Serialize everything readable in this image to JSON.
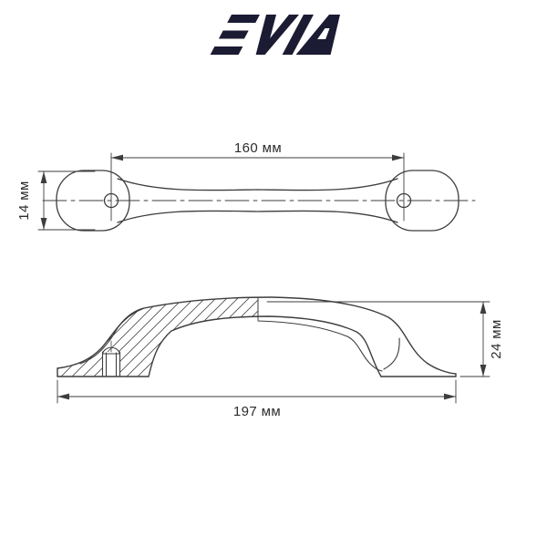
{
  "logo": {
    "text": "EVA",
    "color": "#1b1b33"
  },
  "drawing": {
    "colors": {
      "line": "#3d3d3d",
      "thin_line": "#4a4a4a",
      "text": "#2d2d2d",
      "background": "#ffffff"
    },
    "top_view": {
      "dim_hole_spacing": "160 мм",
      "dim_width": "14 мм"
    },
    "side_view": {
      "dim_length": "197 мм",
      "dim_height": "24 мм"
    }
  }
}
